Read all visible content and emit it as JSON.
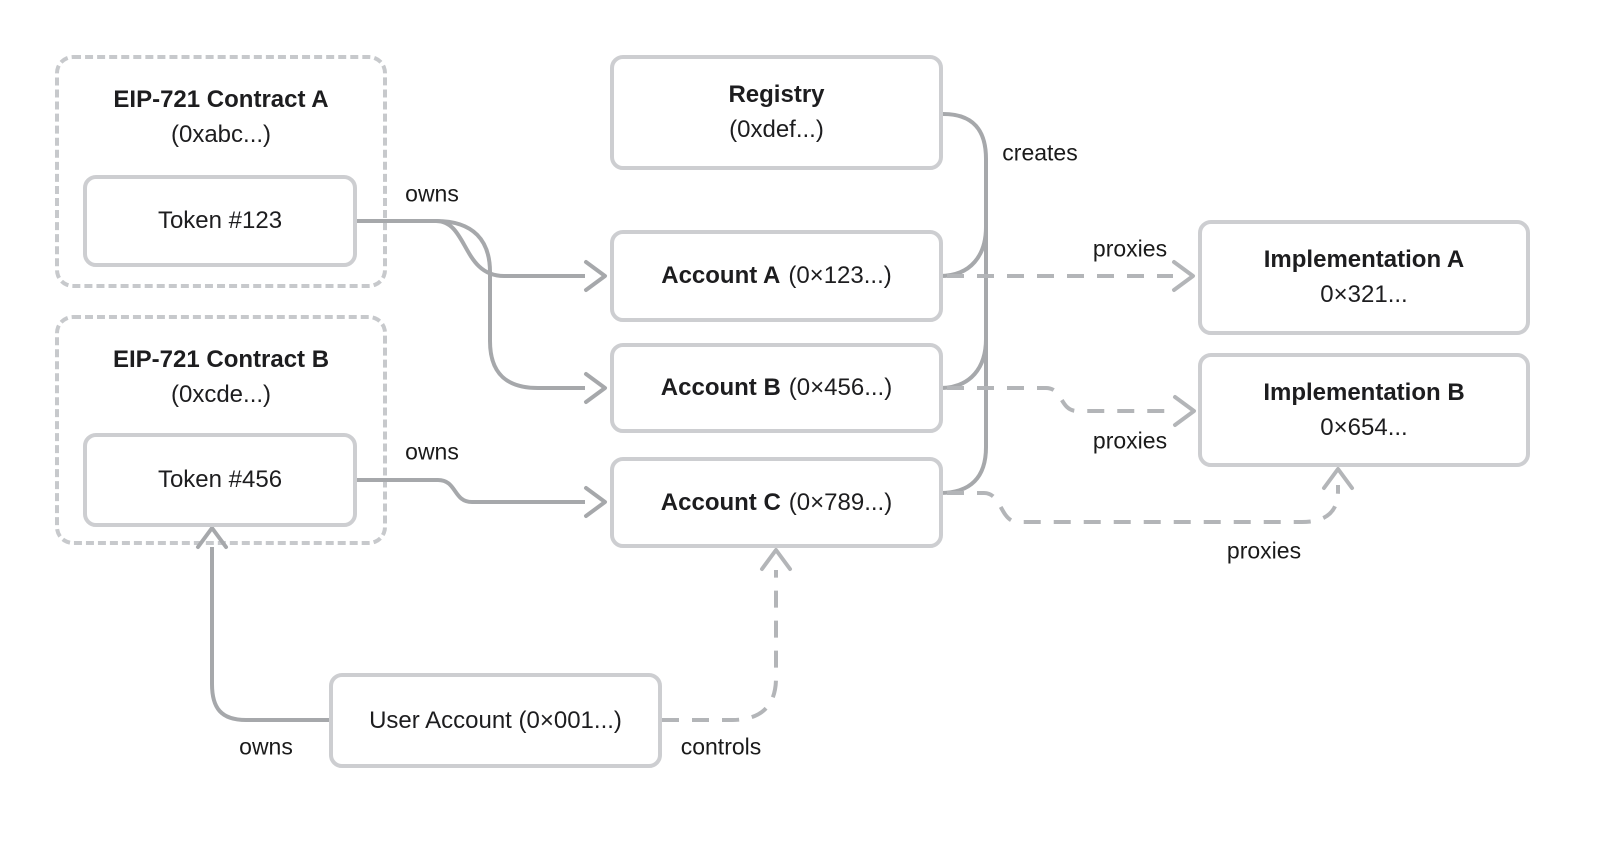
{
  "diagram": {
    "containers": {
      "contract_a": {
        "title": "EIP-721 Contract A",
        "subtitle": "(0xabc...)"
      },
      "contract_b": {
        "title": "EIP-721 Contract B",
        "subtitle": "(0xcde...)"
      }
    },
    "nodes": {
      "token_123": {
        "label": "Token #123"
      },
      "token_456": {
        "label": "Token #456"
      },
      "registry": {
        "title": "Registry",
        "subtitle": "(0xdef...)"
      },
      "account_a": {
        "title": "Account A",
        "subtitle": "(0×123...)"
      },
      "account_b": {
        "title": "Account B",
        "subtitle": "(0×456...)"
      },
      "account_c": {
        "title": "Account C",
        "subtitle": "(0×789...)"
      },
      "impl_a": {
        "title": "Implementation A",
        "subtitle": "0×321..."
      },
      "impl_b": {
        "title": "Implementation B",
        "subtitle": "0×654..."
      },
      "user_account": {
        "label": "User Account (0×001...)"
      }
    },
    "edge_labels": {
      "owns_token123": "owns",
      "owns_token456": "owns",
      "creates": "creates",
      "proxies_a": "proxies",
      "proxies_b": "proxies",
      "proxies_c": "proxies",
      "owns_user": "owns",
      "controls": "controls"
    },
    "edges": [
      {
        "from": "Token #123",
        "to": "Account A",
        "label": "owns",
        "style": "solid"
      },
      {
        "from": "Token #123",
        "to": "Account B",
        "label": "owns",
        "style": "solid"
      },
      {
        "from": "Token #456",
        "to": "Account C",
        "label": "owns",
        "style": "solid"
      },
      {
        "from": "Registry",
        "to": "Account A",
        "label": "creates",
        "style": "solid"
      },
      {
        "from": "Registry",
        "to": "Account B",
        "label": "creates",
        "style": "solid"
      },
      {
        "from": "Registry",
        "to": "Account C",
        "label": "creates",
        "style": "solid"
      },
      {
        "from": "Account A",
        "to": "Implementation A",
        "label": "proxies",
        "style": "dashed"
      },
      {
        "from": "Account B",
        "to": "Implementation B",
        "label": "proxies",
        "style": "dashed"
      },
      {
        "from": "Account C",
        "to": "Implementation B",
        "label": "proxies",
        "style": "dashed"
      },
      {
        "from": "User Account",
        "to": "Token #456",
        "label": "owns",
        "style": "solid"
      },
      {
        "from": "User Account",
        "to": "Account C",
        "label": "controls",
        "style": "dashed"
      }
    ],
    "colors": {
      "background": "#ffffff",
      "box_border": "#cdced1",
      "dashed_container_border": "#c7c9cc",
      "solid_line": "#a6a8ab",
      "dashed_line": "#b3b5b8",
      "text": "#1d1d1f"
    }
  }
}
